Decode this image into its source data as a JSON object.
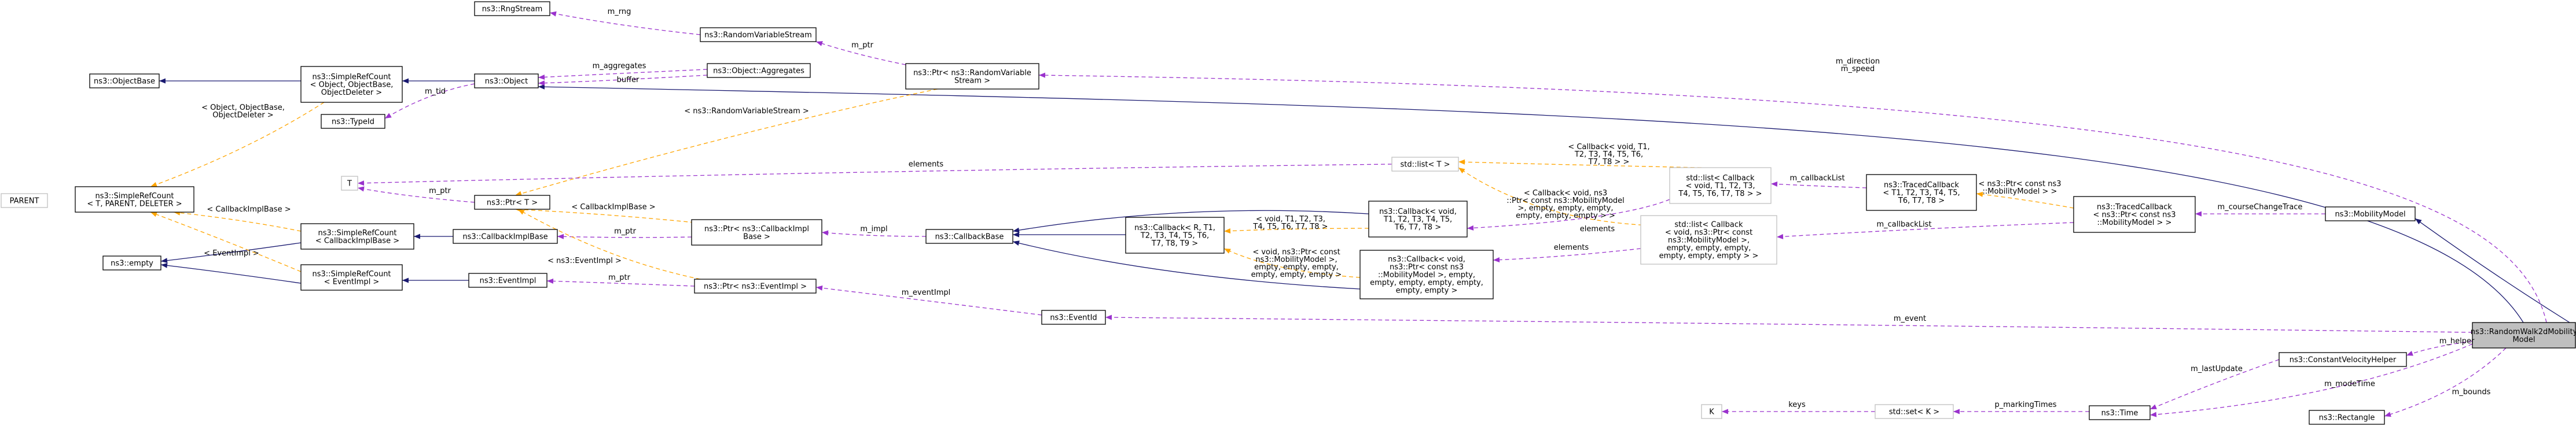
{
  "diagram": {
    "nodes": {
      "rngstream": [
        "ns3::RngStream"
      ],
      "randomvariablestream": [
        "ns3::RandomVariableStream"
      ],
      "objectbase": [
        "ns3::ObjectBase"
      ],
      "simplerefcount_object": [
        "ns3::SimpleRefCount",
        "< Object, ObjectBase,",
        "ObjectDeleter >"
      ],
      "object": [
        "ns3::Object"
      ],
      "object_aggregates": [
        "ns3::Object::Aggregates"
      ],
      "ptr_randomvariablestream": [
        "ns3::Ptr< ns3::RandomVariable",
        "Stream >"
      ],
      "typeid": [
        "ns3::TypeId"
      ],
      "parent": [
        "PARENT"
      ],
      "simplerefcount_generic": [
        "ns3::SimpleRefCount",
        "< T, PARENT, DELETER >"
      ],
      "t": [
        "T"
      ],
      "ptr_t": [
        "ns3::Ptr< T >"
      ],
      "std_list_t": [
        "std::list< T >"
      ],
      "std_list_callback_traced": [
        "std::list< Callback",
        "< void, T1, T2, T3,",
        "T4, T5, T6, T7, T8 > >"
      ],
      "tracedcallback_generic": [
        "ns3::TracedCallback",
        "< T1, T2, T3, T4, T5,",
        "T6, T7, T8 >"
      ],
      "tracedcallback_mobility": [
        "ns3::TracedCallback",
        "< ns3::Ptr< const ns3",
        "::MobilityModel > >"
      ],
      "mobilitymodel": [
        "ns3::MobilityModel"
      ],
      "simplerefcount_callbackimpl": [
        "ns3::SimpleRefCount",
        "< CallbackImplBase >"
      ],
      "callbackimplbase": [
        "ns3::CallbackImplBase"
      ],
      "ptr_callbackimplbase": [
        "ns3::Ptr< ns3::CallbackImpl",
        "Base >"
      ],
      "callbackbase": [
        "ns3::CallbackBase"
      ],
      "callback_r": [
        "ns3::Callback< R, T1,",
        "T2, T3, T4, T5, T6,",
        "T7, T8, T9 >"
      ],
      "callback_void_generic": [
        "ns3::Callback< void,",
        "T1, T2, T3, T4, T5,",
        "T6, T7, T8 >"
      ],
      "empty": [
        "ns3::empty"
      ],
      "simplerefcount_eventimpl": [
        "ns3::SimpleRefCount",
        "< EventImpl >"
      ],
      "eventimpl": [
        "ns3::EventImpl"
      ],
      "ptr_eventimpl": [
        "ns3::Ptr< ns3::EventImpl >"
      ],
      "callback_void_mobility": [
        "ns3::Callback< void,",
        "ns3::Ptr< const ns3",
        "::MobilityModel >, empty,",
        "empty, empty, empty, empty,",
        "empty, empty >"
      ],
      "std_list_callback_mobility": [
        "std::list< Callback",
        "< void, ns3::Ptr< const",
        "ns3::MobilityModel >,",
        "empty, empty, empty,",
        "empty, empty, empty > >"
      ],
      "eventid": [
        "ns3::EventId"
      ],
      "randomwalk2d": [
        "ns3::RandomWalk2dMobility",
        "Model"
      ],
      "constantvelocityhelper": [
        "ns3::ConstantVelocityHelper"
      ],
      "k": [
        "K"
      ],
      "std_set_k": [
        "std::set< K >"
      ],
      "time": [
        "ns3::Time"
      ],
      "rectangle": [
        "ns3::Rectangle"
      ]
    },
    "edge_labels": {
      "m_rng": [
        "m_rng"
      ],
      "m_ptr_rvs": [
        "m_ptr"
      ],
      "m_direction_speed": [
        "m_direction",
        "m_speed"
      ],
      "m_aggregates": [
        "m_aggregates"
      ],
      "buffer": [
        "buffer"
      ],
      "templ_object": [
        "< Object, ObjectBase,",
        "ObjectDeleter >"
      ],
      "m_tid": [
        "m_tid"
      ],
      "templ_rvs": [
        "< ns3::RandomVariableStream >"
      ],
      "elements_t": [
        "elements"
      ],
      "m_ptr_t": [
        "m_ptr"
      ],
      "templ_callback_traced": [
        "< Callback< void, T1,",
        "T2, T3, T4, T5, T6,",
        "T7, T8 > >"
      ],
      "m_callbacklist_traced": [
        "m_callbackList"
      ],
      "templ_mobility_traced": [
        "< ns3::Ptr< const ns3",
        "::MobilityModel > >"
      ],
      "m_coursechangetrace": [
        "m_courseChangeTrace"
      ],
      "templ_callbackimplbase": [
        "< CallbackImplBase >"
      ],
      "m_ptr_cib": [
        "m_ptr"
      ],
      "m_impl": [
        "m_impl"
      ],
      "templ_void_generic": [
        "< void, T1, T2, T3,",
        "T4, T5, T6, T7, T8 >"
      ],
      "templ_list_mobility": [
        "< Callback< void, ns3",
        "::Ptr< const ns3::MobilityModel",
        ">, empty, empty, empty,",
        "empty, empty, empty > >"
      ],
      "templ_callback_mobility": [
        "< void, ns3::Ptr< const",
        "ns3::MobilityModel >,",
        "empty, empty, empty,",
        "empty, empty, empty >"
      ],
      "m_callbacklist_mobility": [
        "m_callbackList"
      ],
      "templ_callbackimplbase2": [
        "< CallbackImplBase >"
      ],
      "templ_eventimpl": [
        "< EventImpl >"
      ],
      "templ_eventimpl2": [
        "< ns3::EventImpl >"
      ],
      "m_ptr_ei": [
        "m_ptr"
      ],
      "elements_mobility": [
        "elements"
      ],
      "m_eventimpl": [
        "m_eventImpl"
      ],
      "m_event": [
        "m_event"
      ],
      "m_helper": [
        "m_helper"
      ],
      "keys": [
        "keys"
      ],
      "p_markingtimes": [
        "p_markingTimes"
      ],
      "m_lastupdate": [
        "m_lastUpdate"
      ],
      "m_modetime": [
        "m_modeTime"
      ],
      "m_bounds": [
        "m_bounds"
      ]
    },
    "colors": {
      "inheritance": "#191970",
      "member": "#9a32cd",
      "template": "#ffa500",
      "node_border": "#000000",
      "undocumented_border": "#bfbfbf",
      "focus_fill": "#bfbfbf"
    }
  }
}
